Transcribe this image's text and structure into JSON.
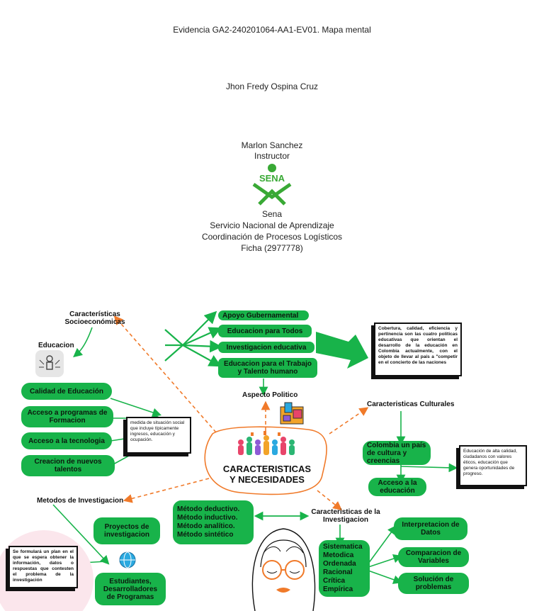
{
  "header": {
    "title": "Evidencia GA2-240201064-AA1-EV01. Mapa mental",
    "author": "Jhon Fredy Ospina Cruz",
    "instructor_name": "Marlon Sanchez",
    "instructor_role": "Instructor",
    "logo_text": "SENA",
    "org_short": "Sena",
    "org_full": "Servicio Nacional de Aprendizaje",
    "department": "Coordinación de Procesos Logísticos",
    "ficha": "Ficha (2977778)"
  },
  "map": {
    "center": "CARACTERISTICAS Y NECESIDADES",
    "socio": {
      "title": "Características Socioeconómicas",
      "educacion": "Educacion",
      "items": [
        "Calidad de Educación",
        "Acceso a programas de Formacion",
        "Acceso a la tecnologia",
        "Creacion de nuevos talentos"
      ],
      "note": "medida de situación social que incluye típicamente ingresos, educación y ocupación."
    },
    "politico": {
      "title": "Aspecto Politico",
      "items": [
        "Apoyo Gubernamental",
        "Educacion para Todos",
        "Investigacion educativa",
        "Educacion para el Trabajo y Talento humano"
      ],
      "note": "Cobertura, calidad, eficiencia y pertinencia son las cuatro políticas educativas que orientan el desarrollo de la educación en Colombia actualmente, con el objeto de llevar al país a \"competir en el concierto de las naciones"
    },
    "cultural": {
      "title": "Caracteristicas Culturales",
      "items": [
        "Colombia un país de cultura y creencias",
        "Acceso a la educación"
      ],
      "note": "Educación de alta calidad, ciudadanos con valores éticos, educación que genera oportunidades de progreso."
    },
    "metodos": {
      "title": "Metodos de Investigacion",
      "items": [
        "Proyectos de investigacion",
        "Estudiantes, Desarrolladores de Programas"
      ],
      "note": "Se formulará un plan en el que se espera obtener la información, datos o respuestas que contesten el problema de la investigación"
    },
    "investigacion": {
      "title": "Caracteristicas de la Investigacion",
      "methods": "Método deductivo. Método inductivo. Método analítico. Método sintético",
      "traits": "Sistematica Metodica Ordenada Racional Crítica Empírica",
      "items": [
        "Interpretacion de Datos",
        "Comparacion de Variables",
        "Solución de problemas"
      ]
    }
  }
}
